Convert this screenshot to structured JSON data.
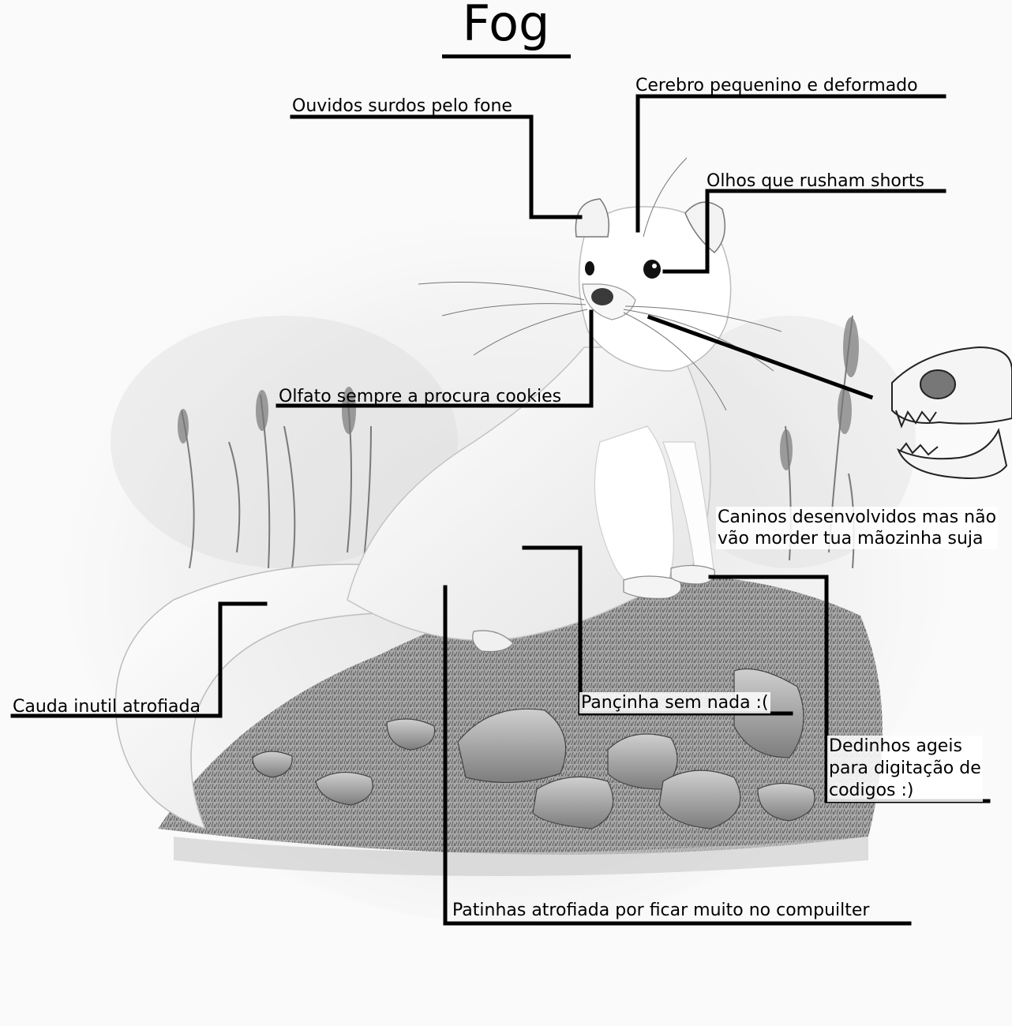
{
  "title": "Fog",
  "labels": {
    "ears": "Ouvidos surdos pelo fone",
    "brain": "Cerebro pequenino e deformado",
    "eyes": "Olhos que rusham shorts",
    "nose": "Olfato sempre a procura cookies",
    "canines": "Caninos desenvolvidos mas não\nvão morder tua mãozinha suja",
    "tail": "Cauda inutil atrofiada",
    "belly": "Pançinha sem nada  :(",
    "fingers": "Dedinhos ageis\npara digitação de\ncodigos :)",
    "paws": "Patinhas atrofiada por ficar muito no compuilter"
  },
  "icons": {
    "animal": "stoat-illustration",
    "skull": "skull-icon"
  },
  "colors": {
    "ink": "#000000",
    "background": "#fafafa",
    "fur_shadow": "#9a9a9a"
  }
}
